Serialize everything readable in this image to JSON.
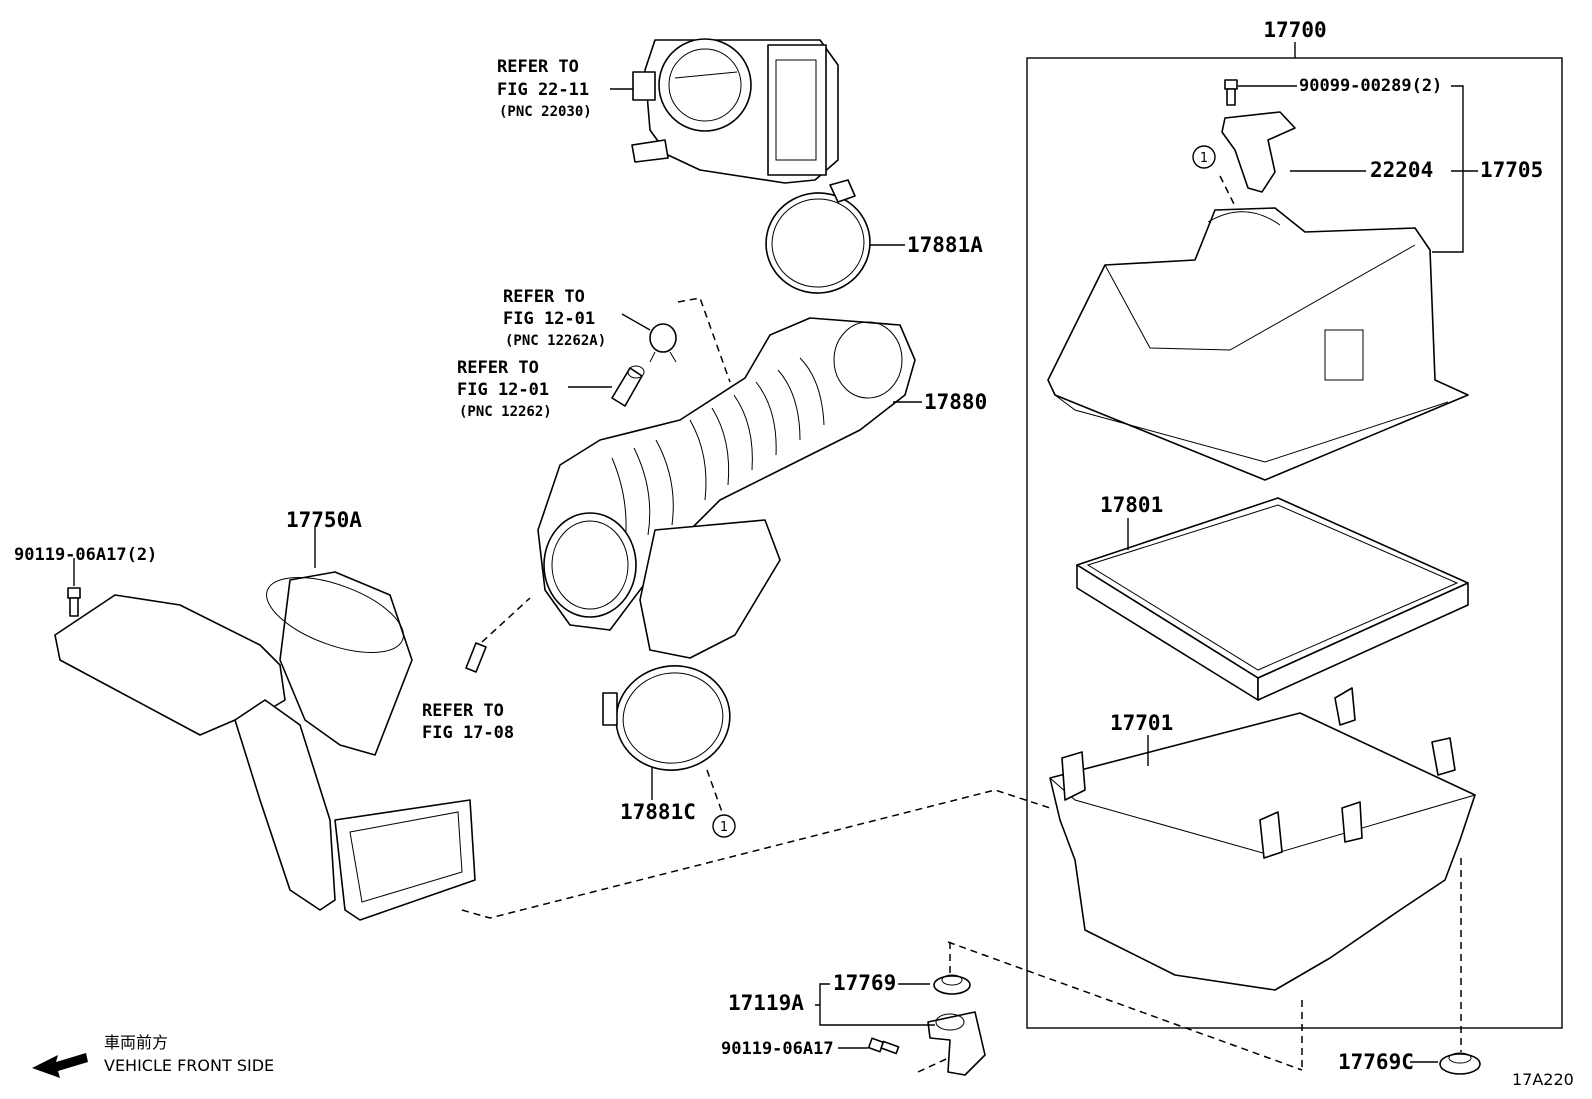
{
  "labels": {
    "assy_17700": "17700",
    "bolt_90099": "90099-00289(2)",
    "cap_22204": "22204",
    "cover_17705": "17705",
    "clamp_17881A": "17881A",
    "hose_17880": "17880",
    "filter_17801": "17801",
    "case_17701": "17701",
    "duct_17750A": "17750A",
    "bolt_90119_a": "90119-06A17(2)",
    "clamp_17881C": "17881C",
    "cushion_17769": "17769",
    "bracket_17119A": "17119A",
    "bolt_90119_b": "90119-06A17",
    "cushion_17769C": "17769C",
    "fig_code": "17A220",
    "callout": "1"
  },
  "refs": {
    "fig22": {
      "l1": "REFER TO",
      "l2": "FIG 22-11",
      "l3": "(PNC 22030)"
    },
    "fig12a": {
      "l1": "REFER TO",
      "l2": "FIG 12-01",
      "l3": "(PNC 12262A)"
    },
    "fig12b": {
      "l1": "REFER TO",
      "l2": "FIG 12-01",
      "l3": "(PNC 12262)"
    },
    "fig17": {
      "l1": "REFER TO",
      "l2": "FIG 17-08"
    }
  },
  "legend": {
    "jp": "車両前方",
    "en": "VEHICLE FRONT SIDE"
  }
}
